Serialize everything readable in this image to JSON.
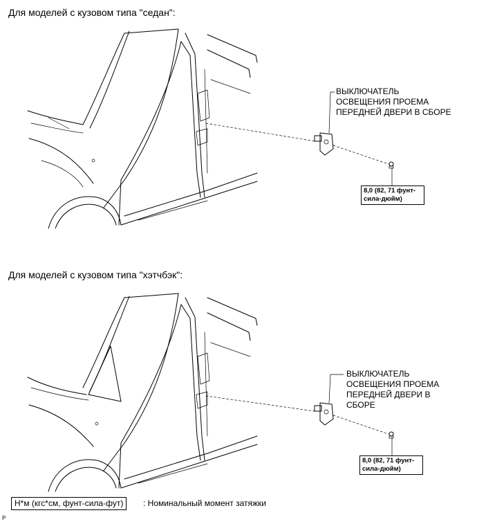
{
  "sedan": {
    "heading": "Для моделей с кузовом типа \"седан\":",
    "part_label": [
      "ВЫКЛЮЧАТЕЛЬ",
      "ОСВЕЩЕНИЯ ПРОЕМА",
      "ПЕРЕДНЕЙ ДВЕРИ В СБОРЕ"
    ],
    "torque": [
      "8,0 (82, 71 фунт-",
      "сила-дюйм)"
    ]
  },
  "hatchback": {
    "heading": "Для моделей с кузовом типа \"хэтчбэк\":",
    "part_label": [
      "ВЫКЛЮЧАТЕЛЬ",
      "ОСВЕЩЕНИЯ ПРОЕМА",
      "ПЕРЕДНЕЙ ДВЕРИ В",
      "СБОРЕ"
    ],
    "torque": [
      "8,0 (82, 71 фунт-",
      "сила-дюйм)"
    ]
  },
  "legend": {
    "box": "Н*м (кгс*см, фунт-сила-фут)",
    "text": ": Номинальный момент затяжки"
  },
  "corner_mark": "P"
}
